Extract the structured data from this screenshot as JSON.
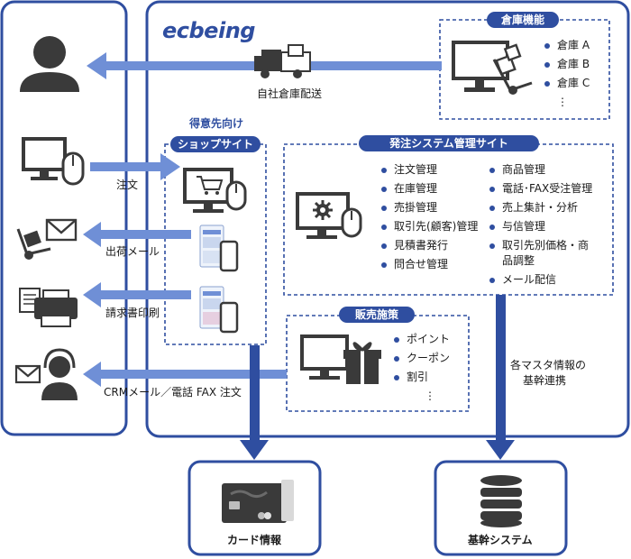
{
  "brand": "ecbeing",
  "delivery_label": "自社倉庫配送",
  "warehouse": {
    "title": "倉庫機能",
    "items": [
      "倉庫 A",
      "倉庫 B",
      "倉庫 C",
      "⋮"
    ]
  },
  "shop": {
    "subtitle": "得意先向け",
    "title": "ショップサイト"
  },
  "order_system": {
    "title": "発注システム管理サイト",
    "col1": [
      "注文管理",
      "在庫管理",
      "売掛管理",
      "取引先(顧客)管理",
      "見積書発行",
      "問合せ管理"
    ],
    "col2": [
      "商品管理",
      "電話･FAX受注管理",
      "売上集計・分析",
      "与信管理",
      "取引先別価格・商品調整",
      "メール配信"
    ]
  },
  "sales": {
    "title": "販売施策",
    "items": [
      "ポイント",
      "クーポン",
      "割引",
      "⋮"
    ]
  },
  "flows": {
    "order": "注文",
    "ship_mail": "出荷メール",
    "invoice": "請求書印刷",
    "crm": "CRMメール／電話 FAX 注文",
    "master_1": "各マスタ情報の",
    "master_2": "基幹連携"
  },
  "card": {
    "label": "カード情報"
  },
  "core": {
    "label": "基幹システム"
  },
  "colors": {
    "accent": "#2f4ea0",
    "arrow": "#6f8fd6",
    "icon": "#3a3a3a"
  },
  "icons": [
    "user-icon",
    "delivery-truck-icon",
    "hand-truck-icon",
    "monitor-mouse-icon",
    "monitor-cart-icon",
    "smartphone-icon",
    "mail-icon",
    "printer-icon",
    "headset-operator-icon",
    "monitor-gear-icon",
    "monitor-gift-icon",
    "credit-card-icon",
    "database-icon"
  ]
}
